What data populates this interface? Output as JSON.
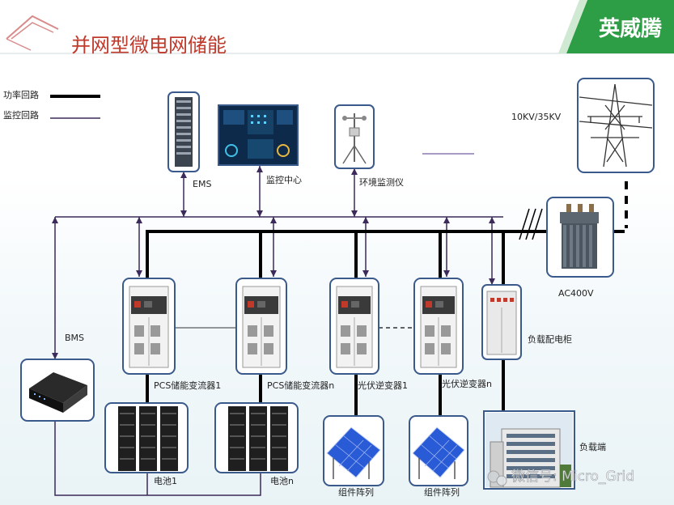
{
  "header": {
    "title": "并网型微电网储能",
    "brand": "英威腾"
  },
  "legend": {
    "power": "功率回路",
    "monitor": "监控回路"
  },
  "labels": {
    "ems": "EMS",
    "monitor_center": "监控中心",
    "env_monitor": "环境监测仪",
    "grid": "10KV/35KV",
    "transformer": "AC400V",
    "bms": "BMS",
    "pcs1": "PCS储能变流器1",
    "pcsn": "PCS储能变流器n",
    "pv1": "光伏逆变器1",
    "pvn": "光伏逆变器n",
    "cabinet": "负载配电柜",
    "battery1": "电池1",
    "batteryn": "电池n",
    "array1": "组件阵列",
    "array2": "组件阵列",
    "load": "负载端"
  },
  "watermark": "微信号: Micro_Grid",
  "colors": {
    "title": "#c0392b",
    "brand_bg": "#2e9e46",
    "frame": "#3a5a8c",
    "power_line": "#000000",
    "monitor_line": "#3b2a5a"
  }
}
